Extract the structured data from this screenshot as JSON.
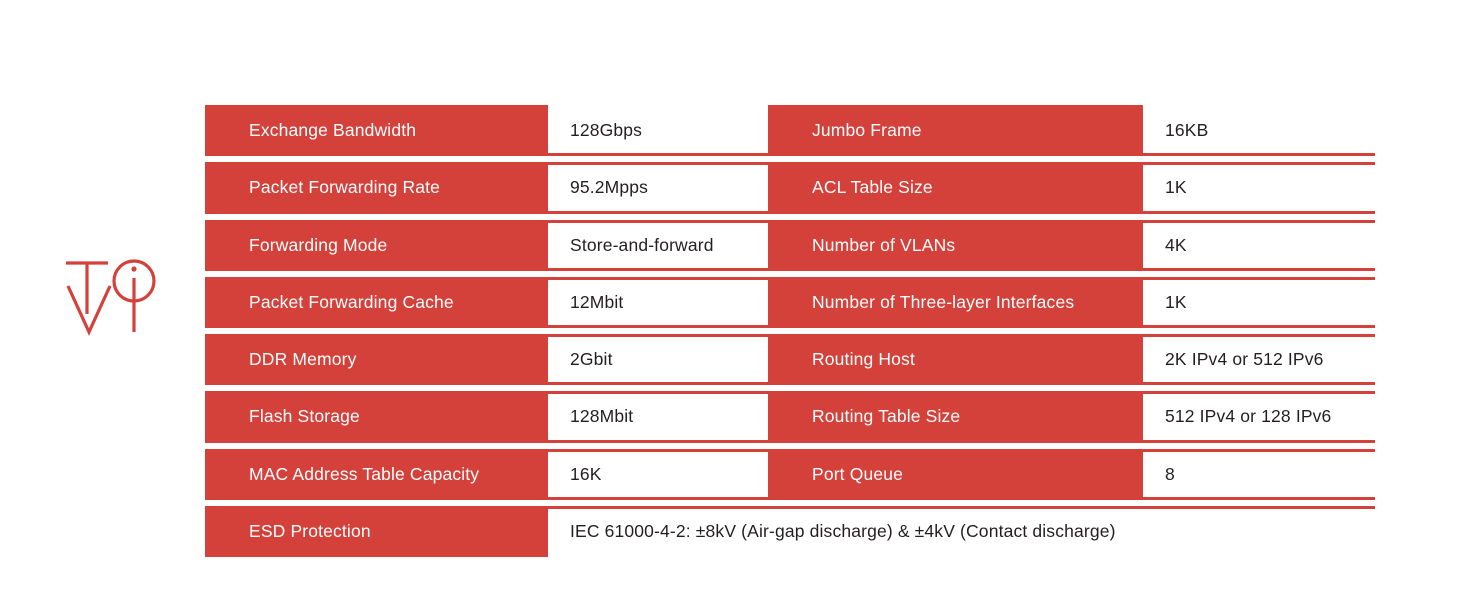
{
  "brand": {
    "logo_name": "tvoi-logo",
    "logo_letters": [
      "T",
      "V",
      "O",
      "i"
    ],
    "color": "#D4403A"
  },
  "theme": {
    "accent": "#D4403A",
    "label_text": "#FFFFFF",
    "value_text": "#231F20",
    "background": "#FFFFFF"
  },
  "spec_table": {
    "rows": [
      {
        "left": {
          "label": "Exchange Bandwidth",
          "value": "128Gbps"
        },
        "right": {
          "label": "Jumbo Frame",
          "value": "16KB"
        }
      },
      {
        "left": {
          "label": "Packet Forwarding Rate",
          "value": "95.2Mpps"
        },
        "right": {
          "label": "ACL Table Size",
          "value": "1K"
        }
      },
      {
        "left": {
          "label": "Forwarding Mode",
          "value": "Store-and-forward"
        },
        "right": {
          "label": "Number of VLANs",
          "value": "4K"
        }
      },
      {
        "left": {
          "label": "Packet Forwarding Cache",
          "value": "12Mbit"
        },
        "right": {
          "label": "Number of Three-layer Interfaces",
          "value": "1K"
        }
      },
      {
        "left": {
          "label": "DDR Memory",
          "value": "2Gbit"
        },
        "right": {
          "label": "Routing Host",
          "value": "2K IPv4 or 512 IPv6"
        }
      },
      {
        "left": {
          "label": "Flash Storage",
          "value": "128Mbit"
        },
        "right": {
          "label": "Routing Table Size",
          "value": "512 IPv4 or 128 IPv6"
        }
      },
      {
        "left": {
          "label": "MAC Address Table Capacity",
          "value": "16K"
        },
        "right": {
          "label": "Port Queue",
          "value": "8"
        }
      }
    ],
    "full_row": {
      "label": "ESD Protection",
      "value": "IEC 61000-4-2: ±8kV (Air-gap discharge) & ±4kV (Contact discharge)"
    }
  }
}
